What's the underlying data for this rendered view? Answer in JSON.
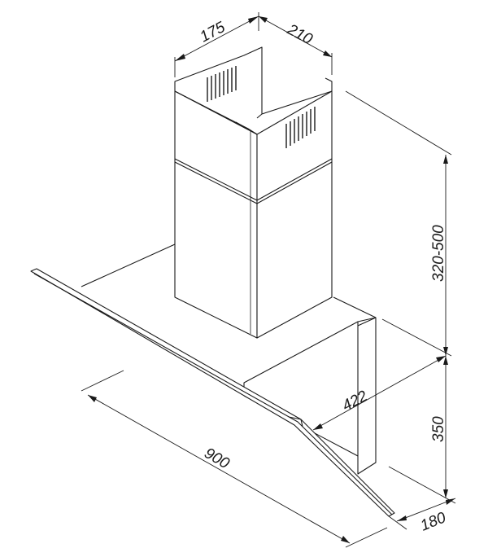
{
  "dimensions": {
    "chimney_width": "175",
    "chimney_depth": "210",
    "chimney_height_range": "320-500",
    "body_height": "350",
    "body_depth": "422",
    "base_depth": "180",
    "total_width": "900"
  }
}
